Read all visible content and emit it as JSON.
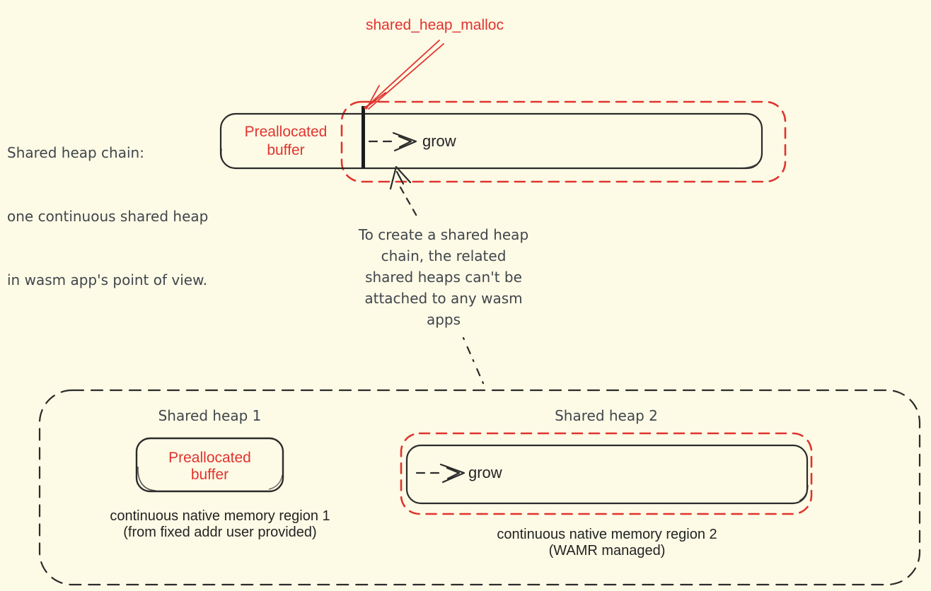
{
  "diagram_title": "Shared heap chain",
  "colors": {
    "background": "#fdfae6",
    "accent_red": "#e0342e",
    "stroke_black": "#2b2b2b",
    "text_gray": "#41464c"
  },
  "top": {
    "malloc_label": "shared_heap_malloc",
    "left_note_lines": [
      "Shared heap chain:",
      "one continuous shared heap",
      "in wasm app's point of view."
    ],
    "bar": {
      "prealloc_line1": "Preallocated",
      "prealloc_line2": "buffer",
      "grow_label": "grow"
    }
  },
  "middle_note_lines": [
    "To create a shared heap",
    "chain, the related",
    "shared heaps can't be",
    "attached to any wasm",
    "apps"
  ],
  "bottom": {
    "heap1": {
      "title": "Shared heap 1",
      "box_line1": "Preallocated",
      "box_line2": "buffer",
      "caption_line1": "continuous native memory region 1",
      "caption_line2": "(from fixed addr user provided)"
    },
    "heap2": {
      "title": "Shared heap 2",
      "grow_label": "grow",
      "caption_line1": "continuous native memory region 2",
      "caption_line2": "(WAMR managed)"
    }
  }
}
